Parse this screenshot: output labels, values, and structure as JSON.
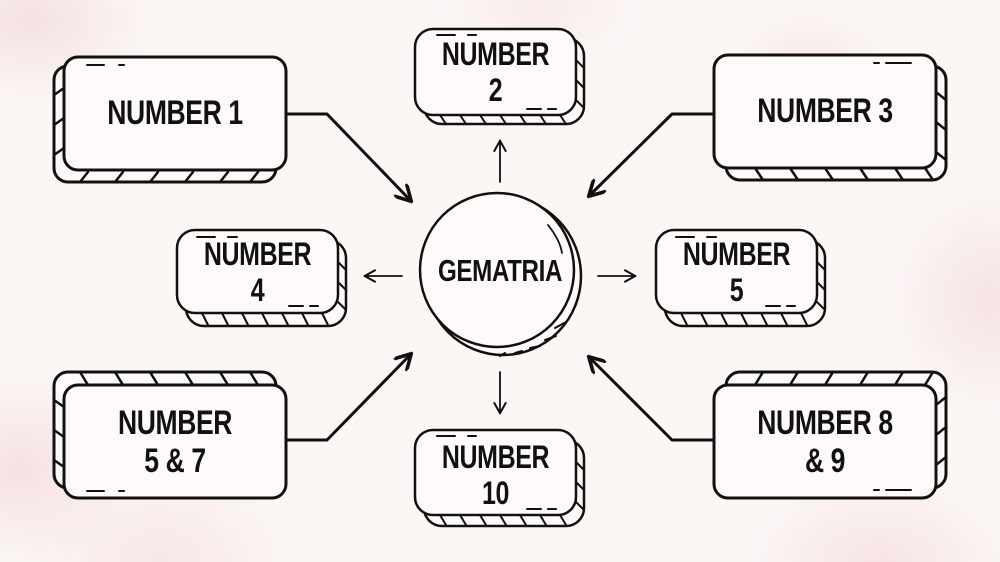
{
  "diagram": {
    "center": {
      "label": "GEMATRIA"
    },
    "nodes": [
      {
        "id": "number-1",
        "lines": [
          "NUMBER 1"
        ],
        "arrow": "into-center"
      },
      {
        "id": "number-2",
        "lines": [
          "NUMBER 2"
        ],
        "arrow": "from-center"
      },
      {
        "id": "number-3",
        "lines": [
          "NUMBER 3"
        ],
        "arrow": "into-center"
      },
      {
        "id": "number-4",
        "lines": [
          "NUMBER 4"
        ],
        "arrow": "from-center"
      },
      {
        "id": "number-5",
        "lines": [
          "NUMBER 5"
        ],
        "arrow": "from-center"
      },
      {
        "id": "number-5-7",
        "lines": [
          "NUMBER",
          "5 & 7"
        ],
        "arrow": "into-center"
      },
      {
        "id": "number-10",
        "lines": [
          "NUMBER 10"
        ],
        "arrow": "from-center"
      },
      {
        "id": "number-8-9",
        "lines": [
          "NUMBER 8",
          "& 9"
        ],
        "arrow": "into-center"
      }
    ]
  },
  "colors": {
    "background": "#fbf7f5",
    "ink": "#111111",
    "accent_pink": "#f0cdd2"
  }
}
